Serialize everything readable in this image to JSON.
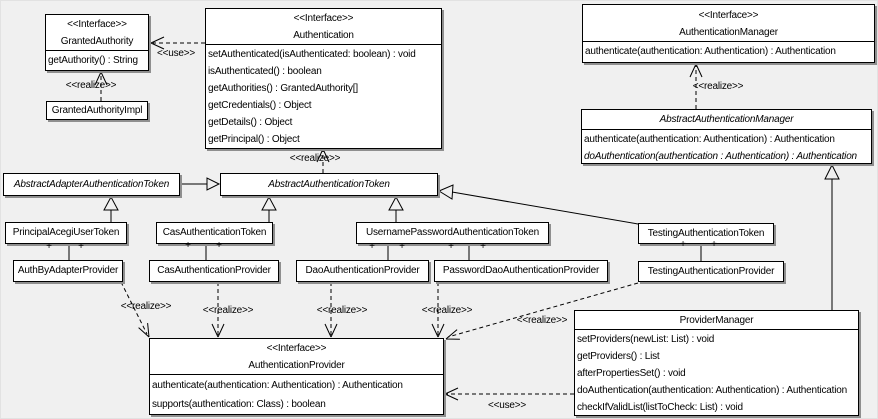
{
  "colors": {
    "background": "#f0f0f0",
    "box_fill": "#ffffff",
    "line": "#000000",
    "shadow": "#8f8f8f"
  },
  "labels": {
    "use": "<<use>>",
    "realize": "<<realize>>",
    "plus": "+"
  },
  "classes": {
    "granted_authority": {
      "stereotype": "<<Interface>>",
      "name": "GrantedAuthority",
      "operations": [
        "getAuthority() : String"
      ]
    },
    "granted_authority_impl": {
      "name": "GrantedAuthorityImpl"
    },
    "authentication": {
      "stereotype": "<<Interface>>",
      "name": "Authentication",
      "operations": [
        "setAuthenticated(isAuthenticated: boolean) : void",
        "isAuthenticated() : boolean",
        "getAuthorities() : GrantedAuthority[]",
        "getCredentials() : Object",
        "getDetails() : Object",
        "getPrincipal() : Object"
      ]
    },
    "authentication_manager": {
      "stereotype": "<<Interface>>",
      "name": "AuthenticationManager",
      "operations": [
        "authenticate(authentication: Authentication) : Authentication"
      ]
    },
    "abstract_authentication_manager": {
      "name": "AbstractAuthenticationManager",
      "operations": [
        "authenticate(authentication: Authentication) : Authentication",
        "doAuthentication(authentication : Authentication) : Authentication"
      ]
    },
    "abstract_adapter_authentication_token": {
      "name": "AbstractAdapterAuthenticationToken"
    },
    "abstract_authentication_token": {
      "name": "AbstractAuthenticationToken"
    },
    "principal_acegi_user_token": {
      "name": "PrincipalAcegiUserToken"
    },
    "cas_authentication_token": {
      "name": "CasAuthenticationToken"
    },
    "username_password_authentication_token": {
      "name": "UsernamePasswordAuthenticationToken"
    },
    "testing_authentication_token": {
      "name": "TestingAuthenticationToken"
    },
    "auth_by_adapter_provider": {
      "name": "AuthByAdapterProvider"
    },
    "cas_authentication_provider": {
      "name": "CasAuthenticationProvider"
    },
    "dao_authentication_provider": {
      "name": "DaoAuthenticationProvider"
    },
    "password_dao_authentication_provider": {
      "name": "PasswordDaoAuthenticationProvider"
    },
    "testing_authentication_provider": {
      "name": "TestingAuthenticationProvider"
    },
    "authentication_provider": {
      "stereotype": "<<Interface>>",
      "name": "AuthenticationProvider",
      "operations": [
        "authenticate(authentication: Authentication) : Authentication",
        "supports(authentication: Class) : boolean"
      ]
    },
    "provider_manager": {
      "name": "ProviderManager",
      "operations": [
        "setProviders(newList: List) : void",
        "getProviders() : List",
        "afterPropertiesSet() : void",
        "doAuthentication(authentication: Authentication) : Authentication",
        "checkIfValidList(listToCheck: List) : void"
      ]
    }
  }
}
